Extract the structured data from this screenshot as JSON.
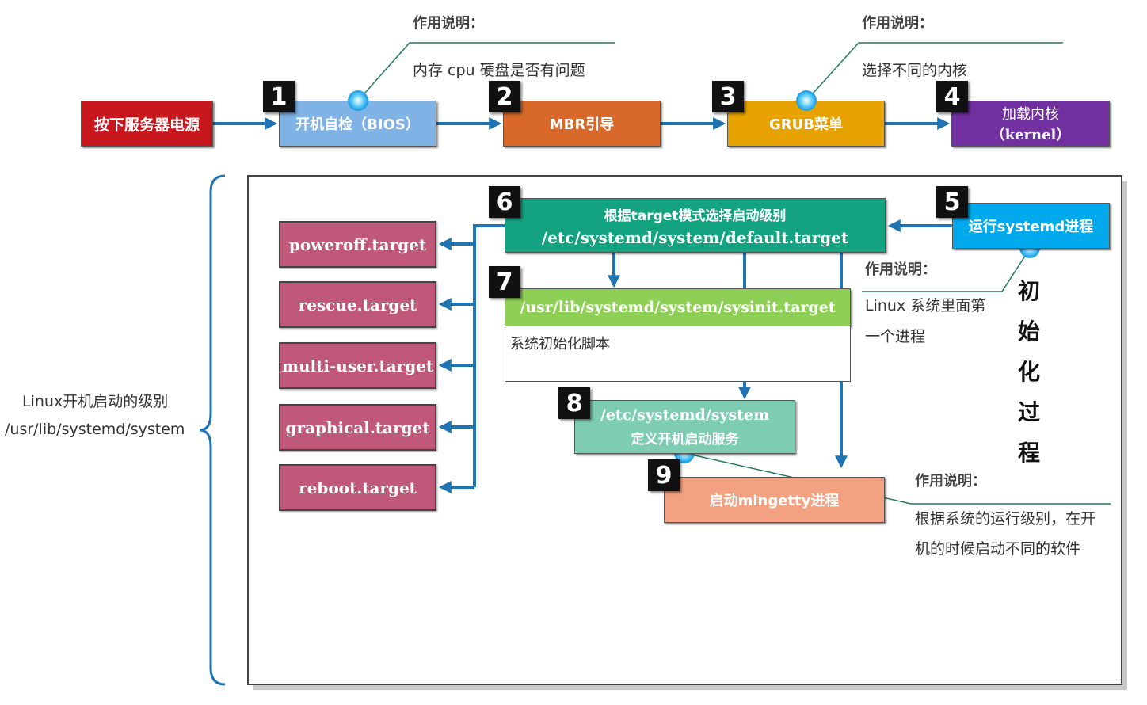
{
  "boot_steps": [
    {
      "label": "按下服务器电源"
    },
    {
      "num": "1",
      "label": "开机自检（BIOS）"
    },
    {
      "num": "2",
      "label": "MBR引导"
    },
    {
      "num": "3",
      "label": "GRUB菜单"
    },
    {
      "num": "4",
      "label_line1": "加载内核",
      "label_line2": "（kernel）"
    }
  ],
  "notes": {
    "bios_title": "作用说明：",
    "bios_text": "内存 cpu 硬盘是否有问题",
    "grub_title": "作用说明：",
    "grub_text": "选择不同的内核",
    "systemd_title": "作用说明：",
    "systemd_line1": "Linux 系统里面第",
    "systemd_line2": "一个进程",
    "mingetty_title": "作用说明：",
    "mingetty_line1": "根据系统的运行级别，在开",
    "mingetty_line2": "机的时候启动不同的软件"
  },
  "init": {
    "step5": {
      "num": "5",
      "label": "运行systemd进程"
    },
    "step6": {
      "num": "6",
      "line1": "根据target模式选择启动级别",
      "line2": "/etc/systemd/system/default.target"
    },
    "step7": {
      "num": "7",
      "label": "/usr/lib/systemd/system/sysinit.target",
      "sub": "系统初始化脚本"
    },
    "step8": {
      "num": "8",
      "line1": "/etc/systemd/system",
      "line2": "定义开机启动服务"
    },
    "step9": {
      "num": "9",
      "label": "启动mingetty进程"
    },
    "vertical_title": [
      "初",
      "始",
      "化",
      "过",
      "程"
    ]
  },
  "targets": [
    "poweroff.target",
    "rescue.target",
    "multi-user.target",
    "graphical.target",
    "reboot.target"
  ],
  "left_label": {
    "line1": "Linux开机启动的级别",
    "line2": "/usr/lib/systemd/system"
  },
  "colors": {
    "power": "#c8181e",
    "bios": "#7fb2e5",
    "mbr": "#d9692a",
    "grub": "#e8a200",
    "kernel": "#7030a0",
    "systemd": "#00a9ec",
    "default_target": "#13a381",
    "sysinit": "#8ed055",
    "etc_system": "#7ecdb2",
    "mingetty": "#f2a280",
    "target": "#c0587a",
    "arrow": "#1f74b4"
  }
}
